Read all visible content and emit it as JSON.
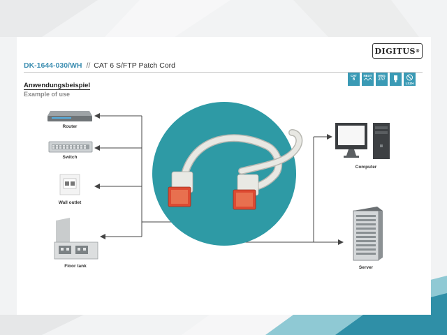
{
  "brand": {
    "logo_text": "DIGITUS",
    "registered_mark": "®"
  },
  "title": {
    "code": "DK-1644-030/WH",
    "separator": "//",
    "name": "CAT 6 S/FTP Patch Cord"
  },
  "badges": [
    {
      "line1": "CAT",
      "line2": "6",
      "line3": ""
    },
    {
      "line1": "NEXT",
      "line2": "",
      "line3": ""
    },
    {
      "line1": "AWG",
      "line2": "27/7",
      "line3": ""
    },
    {
      "line1": "",
      "line2": "",
      "line3": ""
    },
    {
      "line1": "",
      "line2": "",
      "line3": "LSZH"
    }
  ],
  "section": {
    "title": "Anwendungsbeispiel",
    "subtitle": "Example of use"
  },
  "devices_left": [
    {
      "label": "Router",
      "icon": "router-icon"
    },
    {
      "label": "Switch",
      "icon": "switch-icon"
    },
    {
      "label": "Wall outlet",
      "icon": "wall-outlet-icon"
    },
    {
      "label": "Floor tank",
      "icon": "floor-tank-icon"
    }
  ],
  "devices_right": [
    {
      "label": "Computer",
      "icon": "computer-icon"
    },
    {
      "label": "Server",
      "icon": "server-icon"
    }
  ],
  "colors": {
    "accent": "#3e8fb2",
    "circle": "#2e9aa5",
    "cable": "#e3e3de",
    "plug_red": "#d9422e",
    "badge": "#3a9ab5",
    "line": "#444444"
  }
}
